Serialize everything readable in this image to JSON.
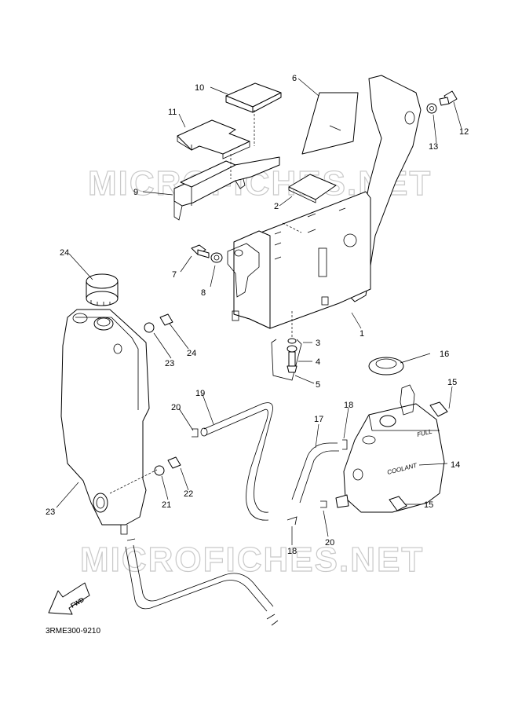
{
  "watermark": "MICROFICHES.NET",
  "diagram_code": "3RME300-9210",
  "fwd_label": "FWD",
  "tank_labels": {
    "full": "FULL",
    "coolant": "COOLANT"
  },
  "callouts": [
    "1",
    "2",
    "3",
    "4",
    "5",
    "6",
    "7",
    "8",
    "9",
    "10",
    "11",
    "12",
    "13",
    "14",
    "15",
    "15",
    "16",
    "17",
    "18",
    "18",
    "19",
    "20",
    "20",
    "21",
    "22",
    "23",
    "23",
    "24",
    "24"
  ]
}
